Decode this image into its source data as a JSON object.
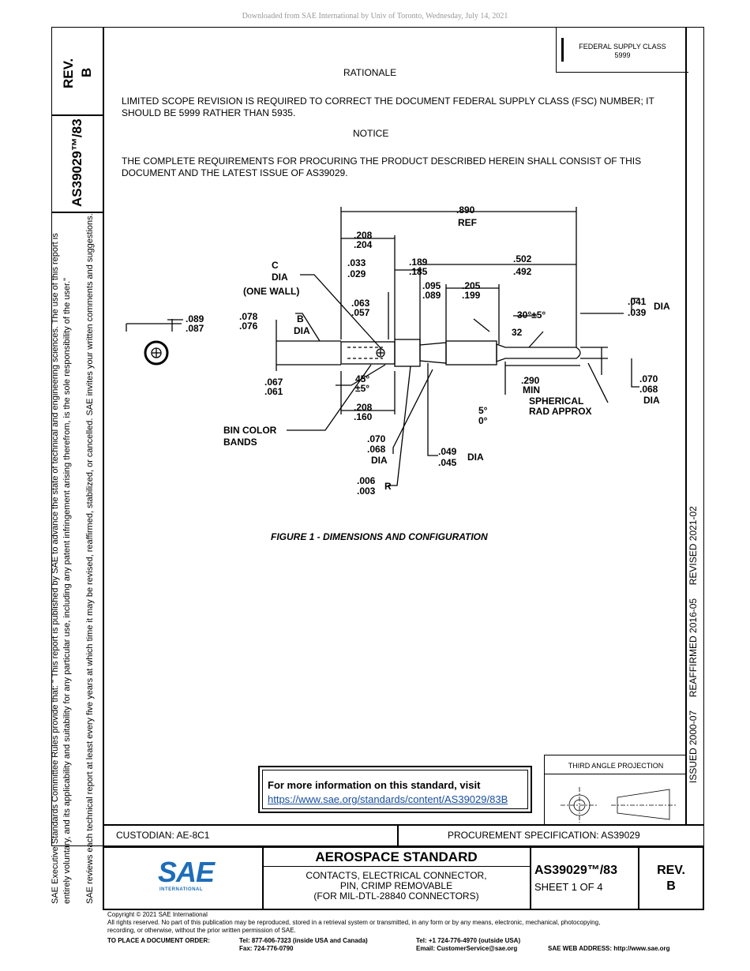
{
  "download_notice": "Downloaded from SAE International by Univ of Toronto, Wednesday, July 14, 2021",
  "side_left": {
    "rev_label": "REV.",
    "rev_value": "B",
    "doc_number": "AS39029™/83",
    "disclaimer_1": "SAE Executive Standards Committee Rules provide that: \"  This report is published by SAE to advance the state of technical and engineering sciences. The use of this report is",
    "disclaimer_2": "entirely voluntary, and its applicability and suitability for any particular use, including any patent infringement arising therefrom, is the sole responsibility of the user.\"",
    "disclaimer_3": "SAE reviews each technical report at least every five years at which time it may be revised, reaffirmed, stabilized, or cancelled. SAE invites your written comments and suggestions."
  },
  "side_right": {
    "dates": "ISSUED 2000-07     REAFFIRMED 2016-05     REVISED 2021-02"
  },
  "federal_supply": {
    "label": "FEDERAL SUPPLY CLASS",
    "value": "5999"
  },
  "rationale": {
    "heading": "RATIONALE",
    "text": "LIMITED SCOPE REVISION IS REQUIRED TO CORRECT THE DOCUMENT FEDERAL SUPPLY CLASS (FSC) NUMBER; IT SHOULD BE 5999 RATHER THAN 5935."
  },
  "notice": {
    "heading": "NOTICE",
    "text": "THE COMPLETE REQUIREMENTS FOR PROCURING THE PRODUCT DESCRIBED HEREIN SHALL CONSIST OF THIS DOCUMENT AND THE LATEST ISSUE OF AS39029."
  },
  "figure": {
    "caption": "FIGURE 1 - DIMENSIONS AND CONFIGURATION",
    "labels": {
      "ref_890": ".890",
      "ref": "REF",
      "d208a": ".208",
      "d204": ".204",
      "c": "C",
      "dia": "DIA",
      "one_wall": "(ONE WALL)",
      "d033": ".033",
      "d029": ".029",
      "d189": ".189",
      "d185": ".185",
      "d502": ".502",
      "d492": ".492",
      "d095": ".095",
      "d089b": ".089",
      "d205": ".205",
      "d199": ".199",
      "d063": ".063",
      "d057": ".057",
      "d089": ".089",
      "d087": ".087",
      "d078": ".078",
      "d076": ".076",
      "b": "B",
      "angle30": "30°±5°",
      "d041": ".041",
      "d039": ".039",
      "n32": "32",
      "d067": ".067",
      "d061": ".061",
      "deg45": "45°",
      "pm5": "±5°",
      "d290": ".290",
      "min": "MIN",
      "spherical": "SPHERICAL",
      "rad_approx": "RAD  APPROX",
      "d070": ".070",
      "d068": ".068",
      "d208b": ".208",
      "d160": ".160",
      "deg5": "5°",
      "deg0": "0°",
      "bin_color": "BIN COLOR",
      "bands": "BANDS",
      "d070b": ".070",
      "d068b": ".068",
      "d049": ".049",
      "d045": ".045",
      "d006": ".006",
      "d003": ".003",
      "r": "R"
    }
  },
  "more_info": {
    "text": "For more information on this standard, visit",
    "link": "https://www.sae.org/standards/content/AS39029/83B"
  },
  "third_angle": "THIRD ANGLE PROJECTION",
  "custodian": "CUSTODIAN: AE-8C1",
  "procurement": "PROCUREMENT SPECIFICATION: AS39029",
  "title_block": {
    "logo": "SAE",
    "logo_sub": "INTERNATIONAL",
    "standard": "AEROSPACE STANDARD",
    "desc1": "CONTACTS, ELECTRICAL CONNECTOR,",
    "desc2": "PIN, CRIMP REMOVABLE",
    "desc3": "(FOR MIL-DTL-28840 CONNECTORS)",
    "doc": "AS39029™/83",
    "sheet": "SHEET 1 OF 4",
    "rev_label": "REV.",
    "rev_value": "B"
  },
  "footer": {
    "copyright": "Copyright © 2021 SAE International",
    "rights1": "All rights reserved. No part of this publication may be reproduced, stored in a retrieval system or transmitted, in any form or by any means, electronic, mechanical, photocopying,",
    "rights2": "recording, or otherwise, without the prior written permission of SAE.",
    "order": "TO PLACE A DOCUMENT ORDER:",
    "tel1": "Tel: 877-606-7323 (inside USA and Canada)",
    "fax": "Fax: 724-776-0790",
    "tel2": "Tel: +1 724-776-4970 (outside USA)",
    "email": "Email: CustomerService@sae.org",
    "web": "SAE WEB ADDRESS: http://www.sae.org"
  }
}
